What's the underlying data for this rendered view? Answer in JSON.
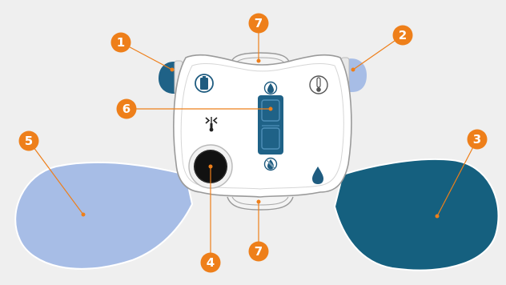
{
  "callouts": [
    {
      "id": "1",
      "label": "1"
    },
    {
      "id": "2",
      "label": "2"
    },
    {
      "id": "3",
      "label": "3"
    },
    {
      "id": "4",
      "label": "4"
    },
    {
      "id": "5",
      "label": "5"
    },
    {
      "id": "6",
      "label": "6"
    },
    {
      "id": "7a",
      "label": "7"
    },
    {
      "id": "7b",
      "label": "7"
    }
  ],
  "colors": {
    "background": "#efefef",
    "callout": "#ee7f1a",
    "left_pad": "#a7bde6",
    "right_pad": "#15607f",
    "left_knob": "#1f6287",
    "right_knob": "#a7bde6",
    "panel": "#ffffff",
    "slider": "#1f6287",
    "button": "#111111",
    "icon": "#1f5c80"
  },
  "icons": {
    "battery": "battery-icon",
    "drop_top": "water-drop-icon",
    "thermometer": "thermometer-icon",
    "cooling": "cooling-thermometer-icon",
    "drop_off": "water-drop-off-icon",
    "drop_right": "water-drop-icon"
  }
}
